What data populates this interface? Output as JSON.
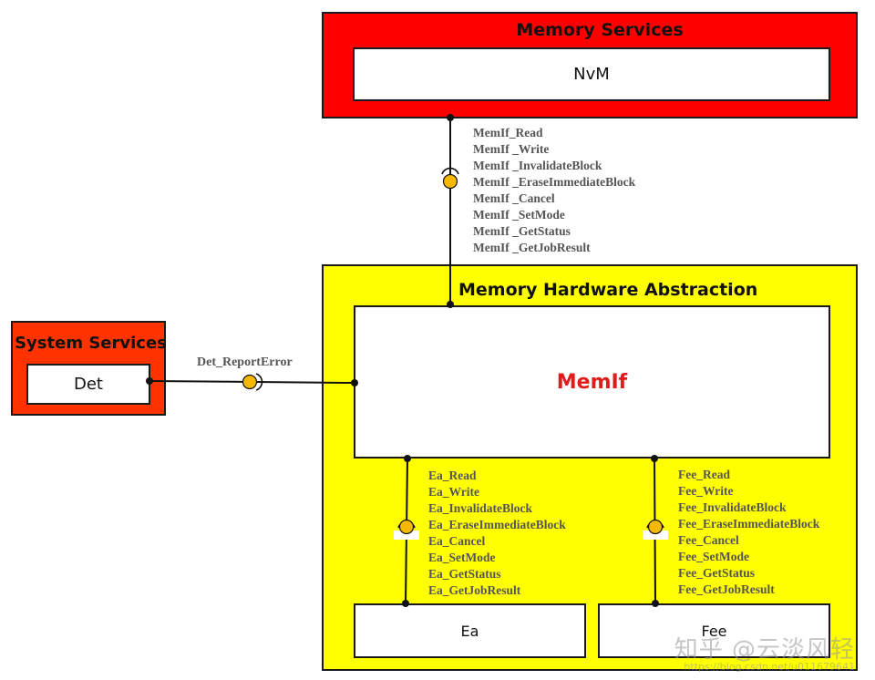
{
  "colors": {
    "memory_services_fill": "#ff0000",
    "system_services_fill": "#ff3300",
    "hw_abstraction_fill": "#ffff00",
    "memif_text": "#e11a1a",
    "port_fill": "#f5b800",
    "module_fill": "#ffffff"
  },
  "memory_services": {
    "title": "Memory Services",
    "module": "NvM"
  },
  "system_services": {
    "title": "System Services",
    "module": "Det"
  },
  "hw_abstraction": {
    "title": "Memory Hardware Abstraction",
    "memif": "MemIf",
    "ea": "Ea",
    "fee": "Fee"
  },
  "interfaces": {
    "det_report": "Det_ReportError",
    "memif_api": [
      "MemIf_Read",
      "MemIf _Write",
      "MemIf _InvalidateBlock",
      "MemIf _EraseImmediateBlock",
      "MemIf _Cancel",
      "MemIf _SetMode",
      "MemIf _GetStatus",
      "MemIf _GetJobResult"
    ],
    "ea_api": [
      "Ea_Read",
      "Ea_Write",
      "Ea_InvalidateBlock",
      "Ea_EraseImmediateBlock",
      "Ea_Cancel",
      "Ea_SetMode",
      "Ea_GetStatus",
      "Ea_GetJobResult"
    ],
    "fee_api": [
      "Fee_Read",
      "Fee_Write",
      "Fee_InvalidateBlock",
      "Fee_EraseImmediateBlock",
      "Fee_Cancel",
      "Fee_SetMode",
      "Fee_GetStatus",
      "Fee_GetJobResult"
    ]
  },
  "watermark": {
    "main": "知乎 @云淡风轻",
    "sub": "https://blog.csdn.net/u011679641"
  }
}
